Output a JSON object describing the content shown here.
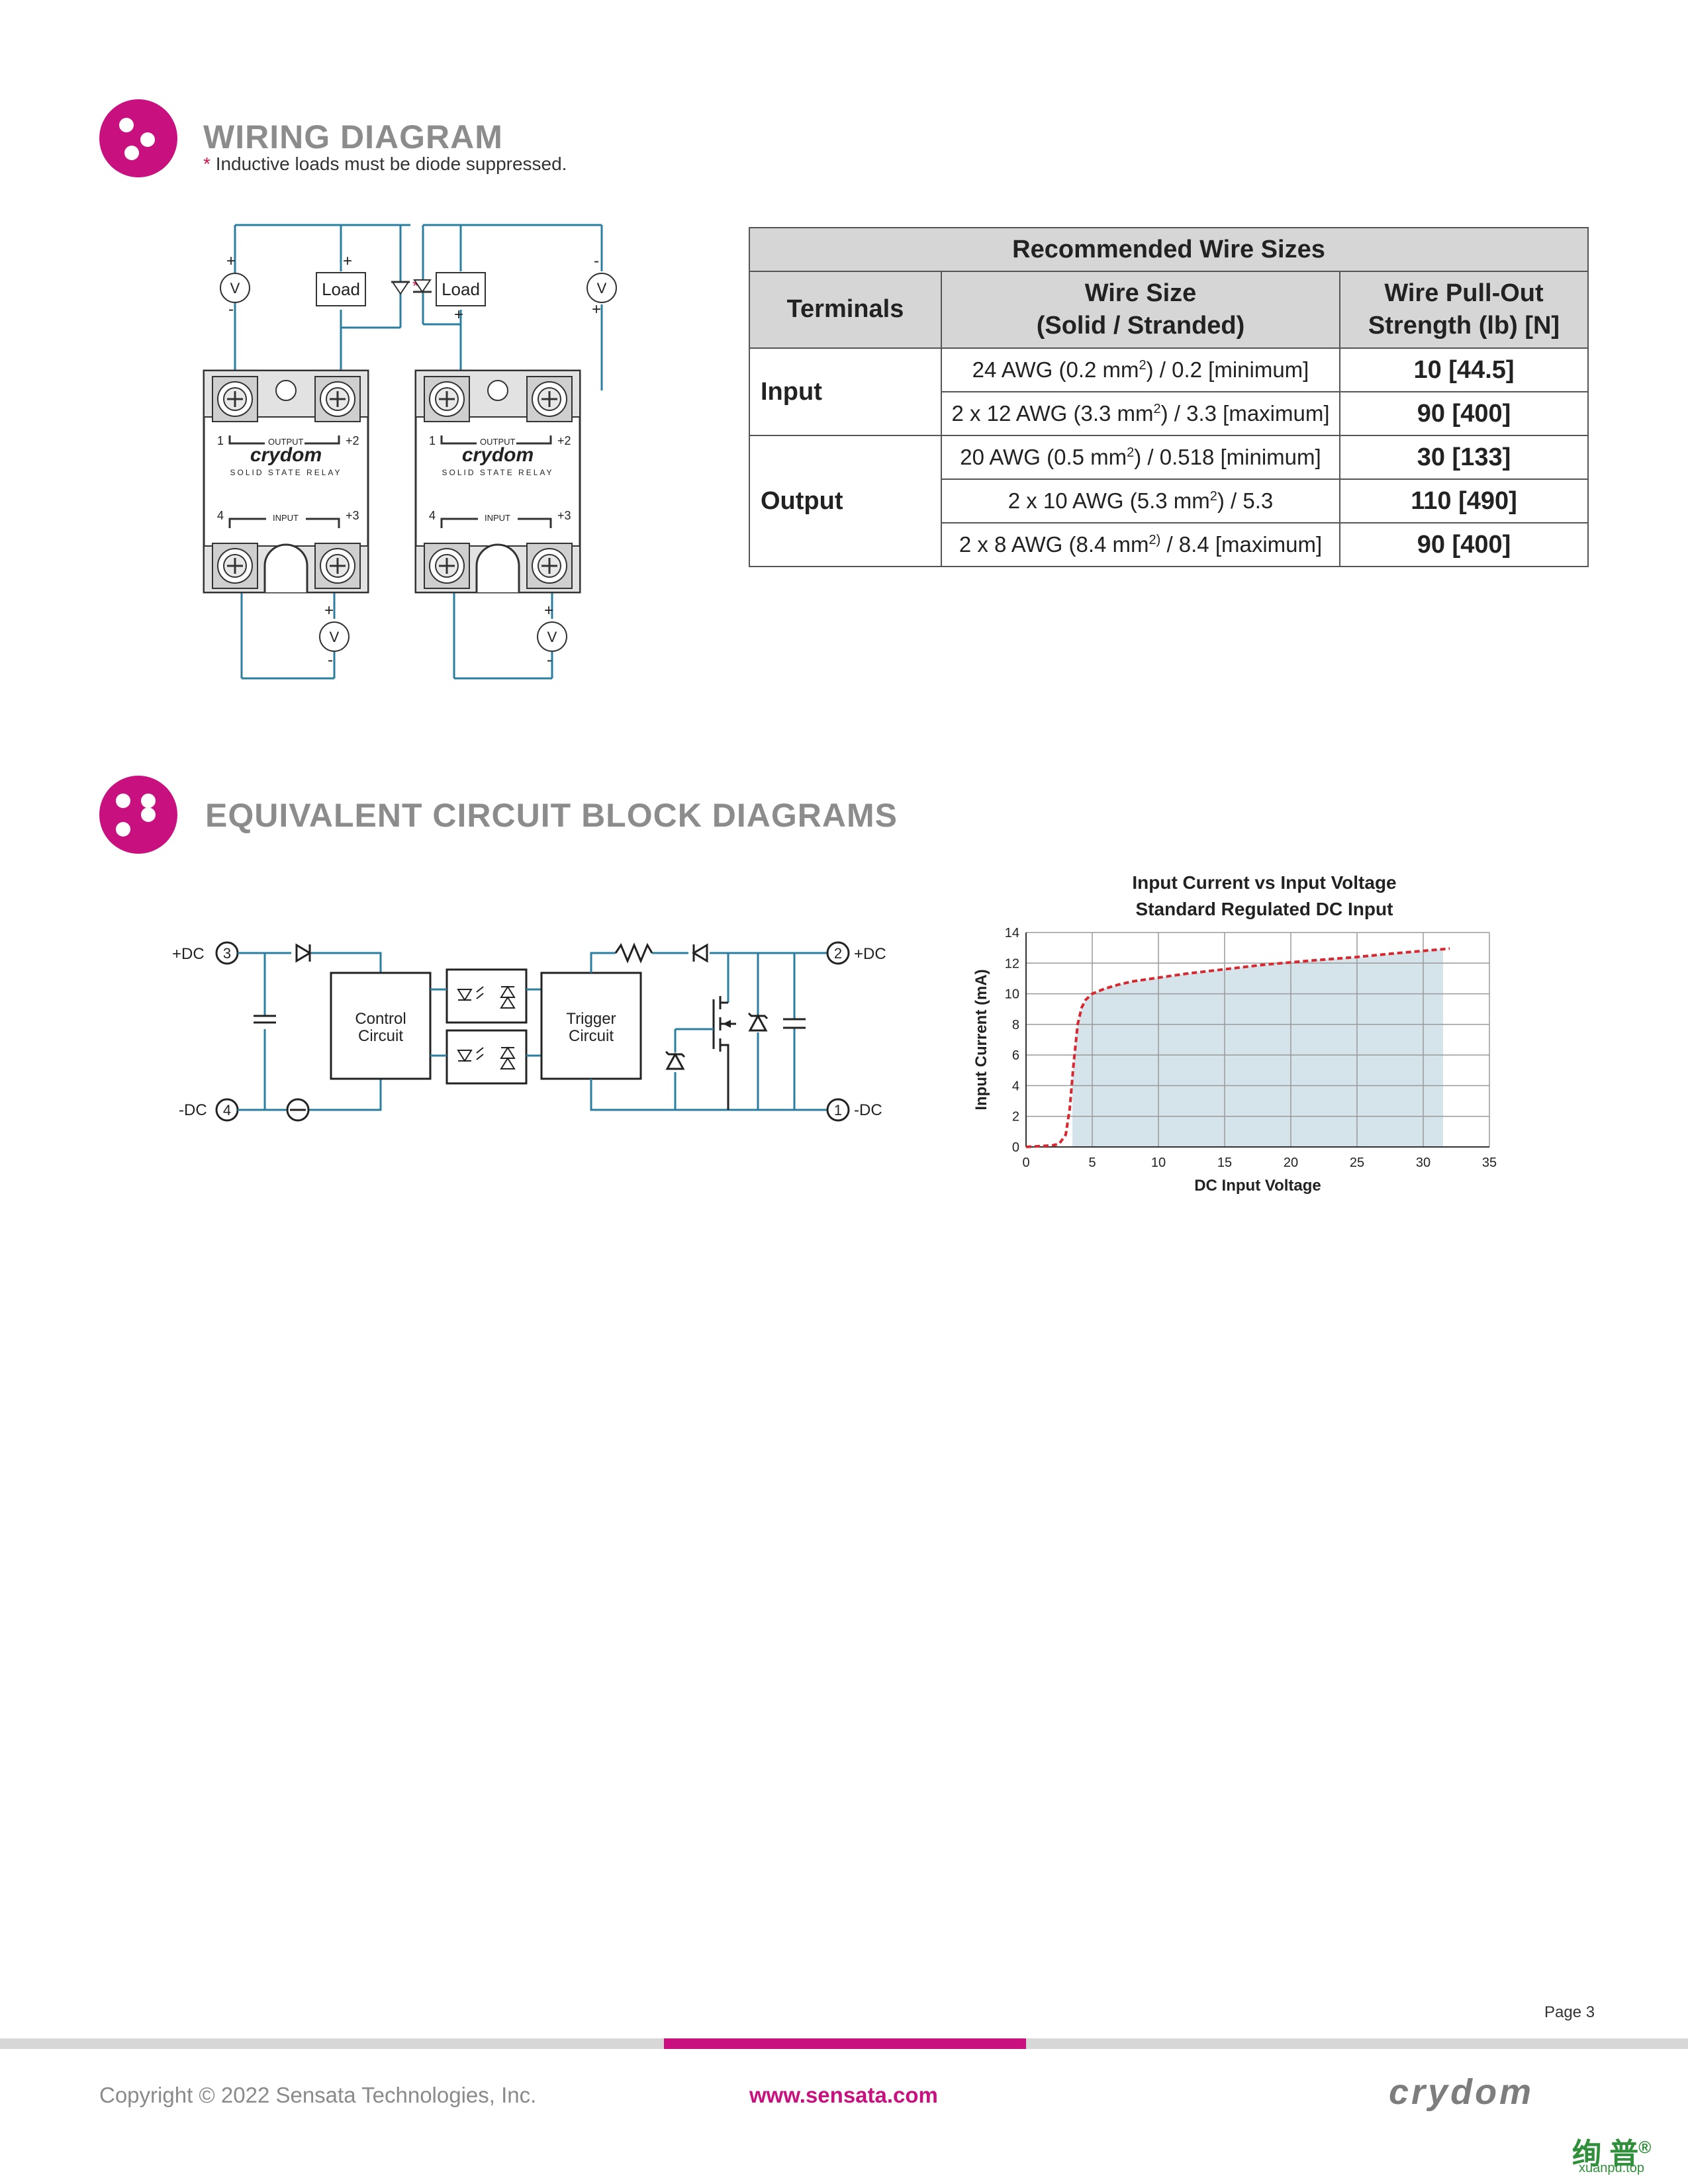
{
  "wiring": {
    "title": "WIRING DIAGRAM",
    "note_star": "*",
    "note": "Inductive loads must be diode suppressed.",
    "diagram": {
      "load_label": "Load",
      "meter_label": "V",
      "star": "*",
      "brand": "crydom",
      "subtitle": "SOLID STATE RELAY",
      "output_label": "OUTPUT",
      "input_label": "INPUT",
      "t1": "1",
      "t2": "+2",
      "t3": "+3",
      "t4": "4",
      "plus": "+",
      "minus": "-"
    }
  },
  "wire_table": {
    "caption": "Recommended Wire Sizes",
    "col_terminals": "Terminals",
    "col_size_1": "Wire Size",
    "col_size_2": "(Solid / Stranded)",
    "col_strength_1": "Wire Pull-Out",
    "col_strength_2": "Strength (lb) [N]",
    "input_label": "Input",
    "output_label": "Output",
    "rows": [
      {
        "size_a": "24 AWG (0.2 mm",
        "sup": "2",
        "size_b": ") / 0.2 [minimum]",
        "strength": "10 [44.5]"
      },
      {
        "size_a": "2 x 12 AWG (3.3 mm",
        "sup": "2",
        "size_b": ") / 3.3 [maximum]",
        "strength": "90 [400]"
      },
      {
        "size_a": "20 AWG (0.5 mm",
        "sup": "2",
        "size_b": ") / 0.518 [minimum]",
        "strength": "30 [133]"
      },
      {
        "size_a": "2 x 10 AWG (5.3 mm",
        "sup": "2",
        "size_b": ") / 5.3",
        "strength": "110 [490]"
      },
      {
        "size_a": "2 x 8  AWG (8.4 mm",
        "sup": "2)",
        "size_b": " / 8.4 [maximum]",
        "strength": "90 [400]"
      }
    ]
  },
  "equivalent": {
    "title": "EQUIVALENT CIRCUIT BLOCK DIAGRAMS",
    "circuit": {
      "plus_dc_left": "+DC",
      "minus_dc_left": "-DC",
      "plus_dc_right": "+DC",
      "minus_dc_right": "-DC",
      "pin3": "3",
      "pin4": "4",
      "pin2": "2",
      "pin1": "1",
      "control_1": "Control",
      "control_2": "Circuit",
      "trigger_1": "Trigger",
      "trigger_2": "Circuit"
    }
  },
  "chart_data": {
    "type": "area",
    "title": "Input Current vs Input Voltage",
    "subtitle": "Standard Regulated DC Input",
    "xlabel": "DC Input Voltage",
    "ylabel": "Input Current (mA)",
    "xlim": [
      0,
      35
    ],
    "ylim": [
      0,
      14
    ],
    "xticks": [
      0,
      5,
      10,
      15,
      20,
      25,
      30,
      35
    ],
    "yticks": [
      0,
      2,
      4,
      6,
      8,
      10,
      12,
      14
    ],
    "grid": true,
    "series": [
      {
        "color": "#d7282f",
        "style": "dashed",
        "x": [
          0,
          1,
          2,
          2.5,
          3,
          3.3,
          3.6,
          3.9,
          4.2,
          4.5,
          5,
          6,
          7,
          8,
          10,
          12,
          15,
          18,
          20,
          22,
          25,
          28,
          30,
          32
        ],
        "values": [
          0,
          0.05,
          0.1,
          0.2,
          0.8,
          2.5,
          5.5,
          8,
          9.1,
          9.6,
          10,
          10.35,
          10.6,
          10.8,
          11.05,
          11.3,
          11.6,
          11.9,
          12.05,
          12.2,
          12.4,
          12.65,
          12.8,
          12.95
        ]
      }
    ],
    "fill": {
      "color": "#d5e3eb",
      "x_range": [
        3.5,
        31.5
      ]
    }
  },
  "footer": {
    "page": "Page 3",
    "copyright": "Copyright © 2022 Sensata Technologies, Inc.",
    "url": "www.sensata.com",
    "brand": "crydom",
    "watermark_cn": "绚 普",
    "watermark_reg": "®",
    "watermark_en": "xuanpu.top"
  },
  "colors": {
    "accent": "#c8107f",
    "wire": "#2a7fa0",
    "table_header": "#d6d6d6"
  }
}
